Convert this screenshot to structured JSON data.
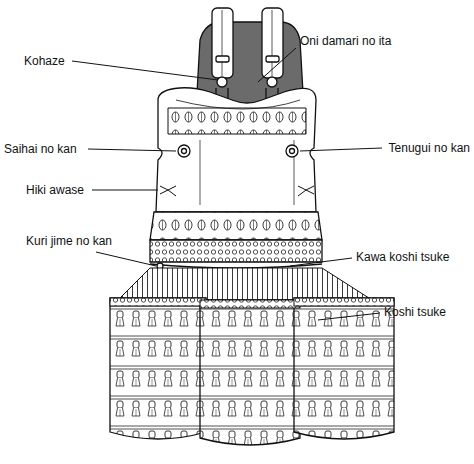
{
  "diagram": {
    "labels": [
      "Kohaze",
      "Oni damari no ita",
      "Saihai no kan",
      "Tenugui no kan",
      "Hiki awase",
      "Kuri jime no kan",
      "Kawa koshi tsuke",
      "Koshi tsuke"
    ]
  }
}
